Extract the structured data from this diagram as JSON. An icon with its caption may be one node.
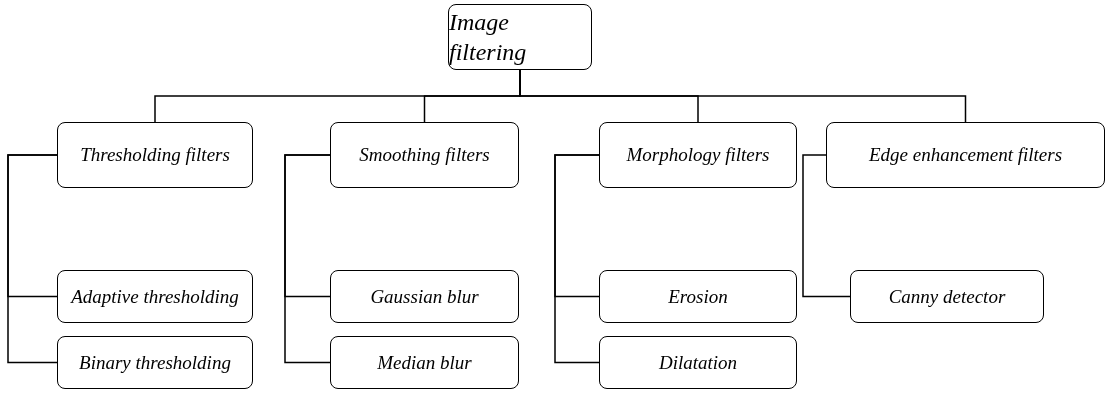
{
  "diagram": {
    "nodes": [
      {
        "text": [
          "Image filtering"
        ]
      },
      {
        "text": [
          "Thresholding filters"
        ]
      },
      {
        "text": [
          "Smoothing filters"
        ]
      },
      {
        "text": [
          "Morphology filters"
        ]
      },
      {
        "text": [
          "Edge enhancement filters"
        ]
      },
      {
        "text": [
          "Adaptive thresholding"
        ]
      },
      {
        "text": [
          "Gaussian blur"
        ]
      },
      {
        "text": [
          "Erosion"
        ]
      },
      {
        "text": [
          "Canny detector"
        ]
      },
      {
        "text": [
          "Binary thresholding"
        ]
      },
      {
        "text": [
          "Median blur"
        ]
      },
      {
        "text": [
          "Dilatation"
        ]
      }
    ],
    "edges": [
      {
        "from": 0,
        "to": 1,
        "arrow": "none"
      },
      {
        "from": 0,
        "to": 2,
        "arrow": "none"
      },
      {
        "from": 0,
        "to": 3,
        "arrow": "none"
      },
      {
        "from": 0,
        "to": 4,
        "arrow": "none"
      },
      {
        "from": 1,
        "to": 5,
        "arrow": "none"
      },
      {
        "from": 1,
        "to": 9,
        "arrow": "none"
      },
      {
        "from": 2,
        "to": 6,
        "arrow": "none"
      },
      {
        "from": 2,
        "to": 10,
        "arrow": "none"
      },
      {
        "from": 3,
        "to": 7,
        "arrow": "none"
      },
      {
        "from": 3,
        "to": 11,
        "arrow": "none"
      },
      {
        "from": 4,
        "to": 8,
        "arrow": "none"
      }
    ]
  }
}
